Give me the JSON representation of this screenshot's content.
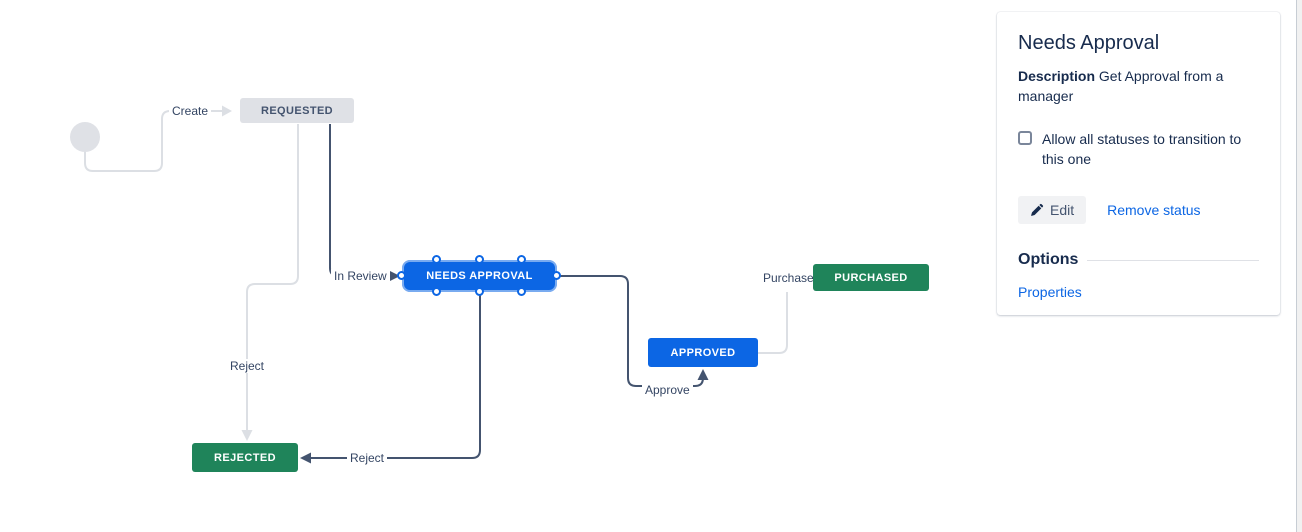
{
  "panel": {
    "title": "Needs Approval",
    "description_label": "Description",
    "description_text": "Get Approval from a manager",
    "checkbox_label": "Allow all statuses to transition to this one",
    "edit_button": "Edit",
    "remove_status_link": "Remove status",
    "options_heading": "Options",
    "properties_link": "Properties"
  },
  "diagram": {
    "statuses": {
      "requested": {
        "label": "REQUESTED"
      },
      "needs_approval": {
        "label": "NEEDS APPROVAL"
      },
      "approved": {
        "label": "APPROVED"
      },
      "purchased": {
        "label": "PURCHASED"
      },
      "rejected": {
        "label": "REJECTED"
      }
    },
    "transitions": {
      "create": {
        "label": "Create"
      },
      "in_review": {
        "label": "In Review"
      },
      "approve": {
        "label": "Approve"
      },
      "purchase": {
        "label": "Purchase"
      },
      "reject": {
        "label": "Reject"
      }
    }
  },
  "colors": {
    "blue": "#0C66E4",
    "green": "#1F845A",
    "node-gray": "#DFE1E6",
    "node-text": "#44546F",
    "line-light": "#DCDFE4",
    "line-dark": "#44546F",
    "text-dark": "#172B4D",
    "label-text": "#344563",
    "link": "#0C66E4",
    "edit-bg": "#F1F2F4"
  }
}
